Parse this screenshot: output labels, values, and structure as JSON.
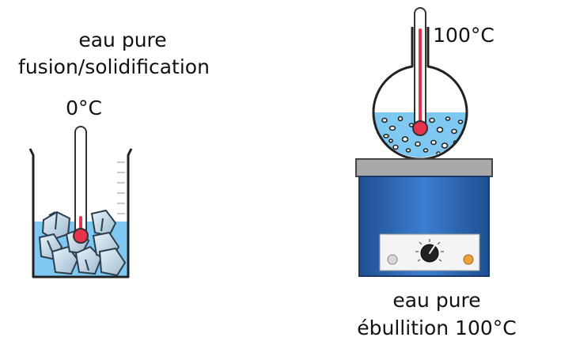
{
  "left": {
    "title_line1": "eau pure",
    "title_line2": "fusion/solidification",
    "temp_label": "0°C"
  },
  "right": {
    "temp_label": "100°C",
    "caption_line1": "eau pure",
    "caption_line2": "ébullition 100°C"
  },
  "colors": {
    "water": "#7ec8f2",
    "mercury": "#e8314a",
    "hotplate_blue": "#2b66b3",
    "plate_top": "#a9a9a9",
    "knob": "#222222",
    "indicator": "#e8a23c"
  }
}
